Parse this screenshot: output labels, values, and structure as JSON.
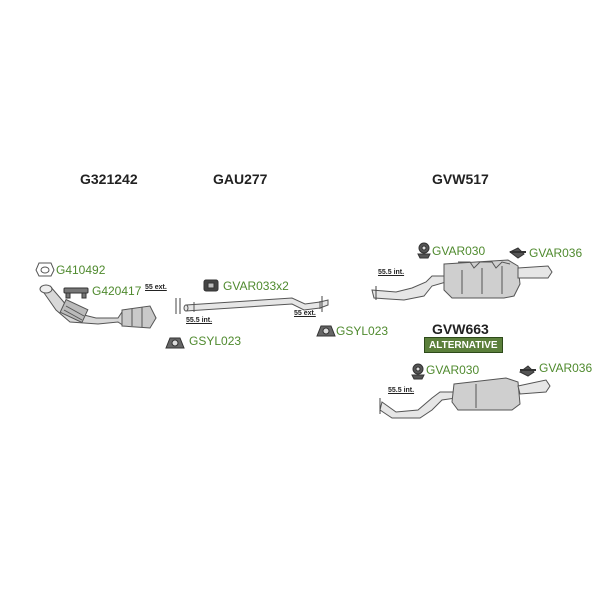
{
  "parts": {
    "cat_title": "G321242",
    "front_pipe_title": "GAU277",
    "rear_muffler_title": "GVW517",
    "alt_muffler_title": "GVW663"
  },
  "badge": {
    "alternative": "ALTERNATIVE"
  },
  "codes": {
    "gasket_1": "G410492",
    "clamp_1": "G420417",
    "hanger_front": "GVAR033x2",
    "ring_front": "GSYL023",
    "ring_mid": "GSYL023",
    "rubber_top_1": "GVAR030",
    "bracket_top_1": "GVAR036",
    "rubber_top_2": "GVAR030",
    "bracket_top_2": "GVAR036"
  },
  "dims": {
    "cat_outlet": "55 ext.",
    "pipe_inlet": "55.5 int.",
    "pipe_outlet": "55 ext.",
    "muffler_inlet": "55.5 int.",
    "alt_inlet": "55.5 int."
  },
  "colors": {
    "code_green": "#4f8a2e",
    "badge_bg": "#5b7f3b",
    "line": "#555555",
    "fill": "#cfcfcf"
  }
}
